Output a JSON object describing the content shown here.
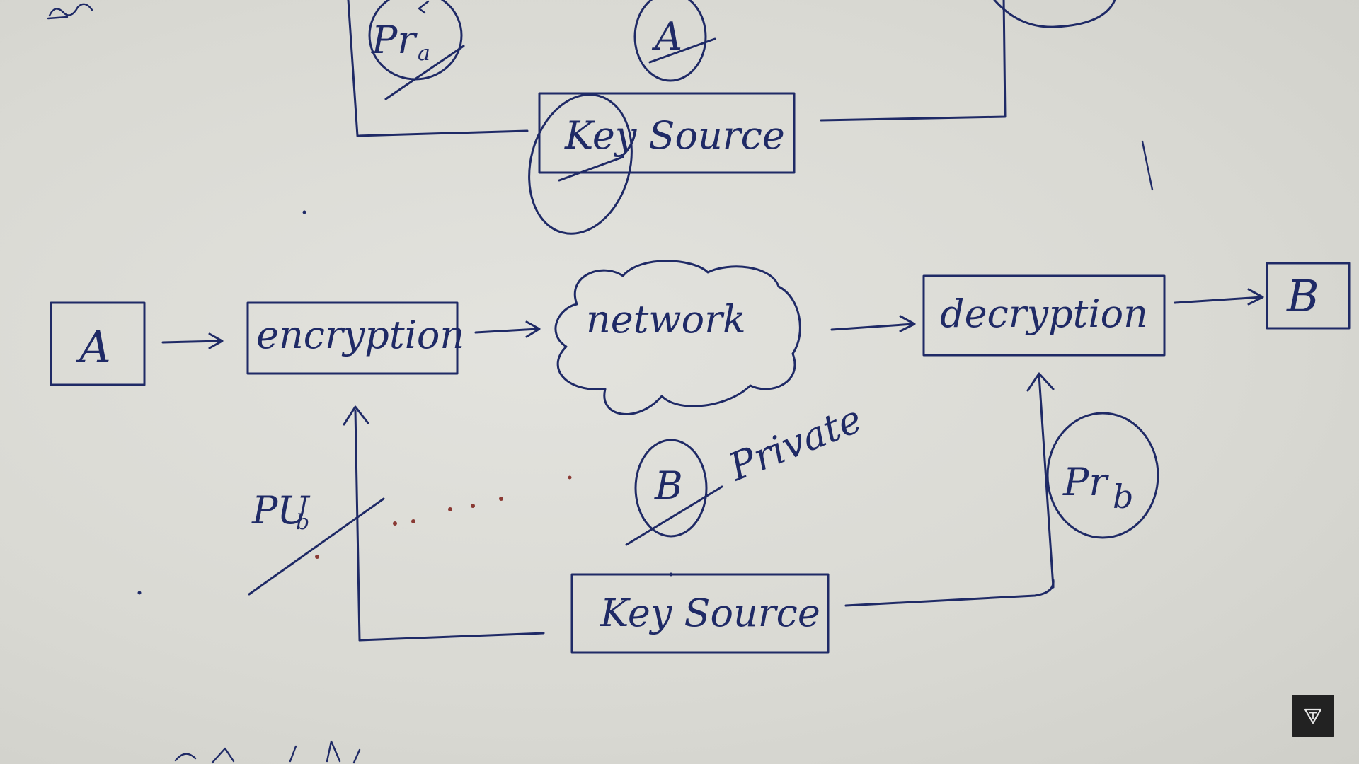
{
  "diagram": {
    "top": {
      "circle_left": "Pr",
      "circle_left_sub": "a",
      "circle_mid": "A",
      "key_source": "Key Source"
    },
    "row": {
      "node_a": "A",
      "encryption": "encryption",
      "network": "network",
      "decryption": "decryption",
      "node_b": "B"
    },
    "bottom": {
      "pub_label": "PU",
      "pub_sub": "b",
      "circle_b": "B",
      "private_label": "Private",
      "prb_label": "Pr",
      "prb_sub": "b",
      "key_source": "Key Source"
    }
  },
  "controls": {
    "corner_icon": "player-logo-icon"
  }
}
